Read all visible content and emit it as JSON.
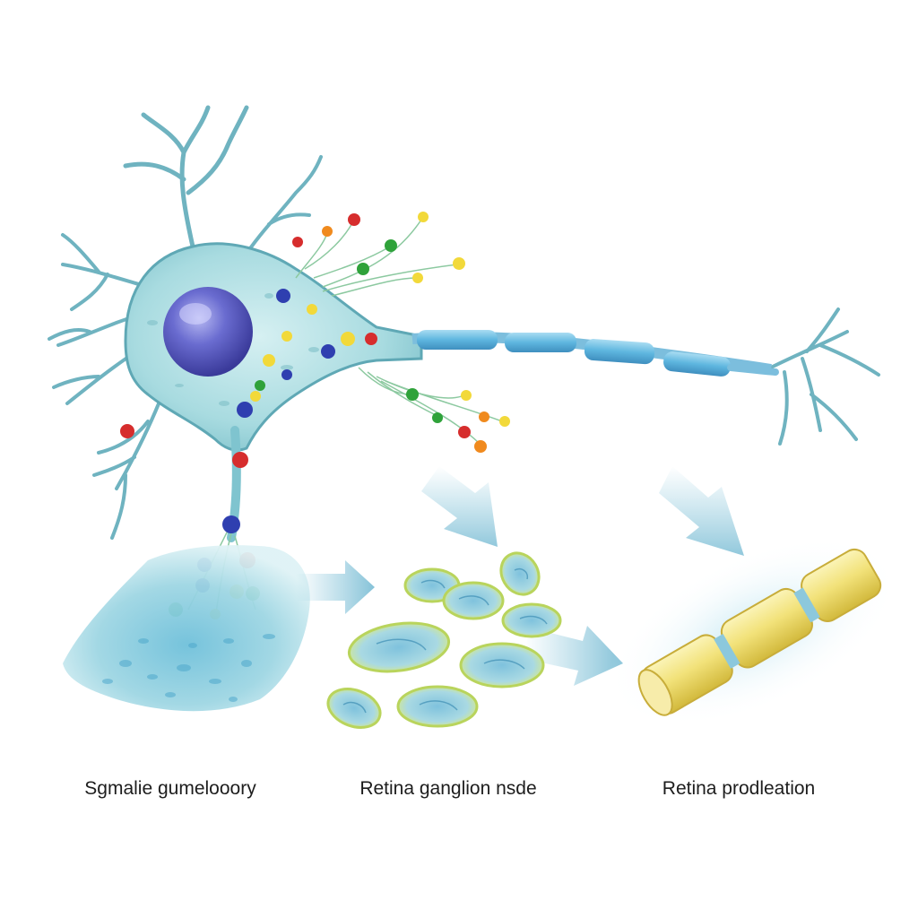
{
  "diagram": {
    "captions": {
      "left": "Sgmalie gumelooory",
      "middle": "Retina ganglion nsde",
      "right": "Retina prodleation"
    },
    "colors": {
      "neuron_fill": "#a8dbe0",
      "neuron_stroke": "#5fa8b5",
      "nucleus": "#5c5cc0",
      "axon_segment": "#5eb6df",
      "arrow": "#8cc8dc",
      "pool_fill": "#9ed6e3",
      "cell_rim": "#c6de6e",
      "cell_core": "#8cc7dc",
      "myelin_yellow": "#f2e27a",
      "vesicle_palette": [
        "#d62d2d",
        "#2f3fb0",
        "#2fa23a",
        "#f2d93a",
        "#f08a1e"
      ]
    }
  }
}
